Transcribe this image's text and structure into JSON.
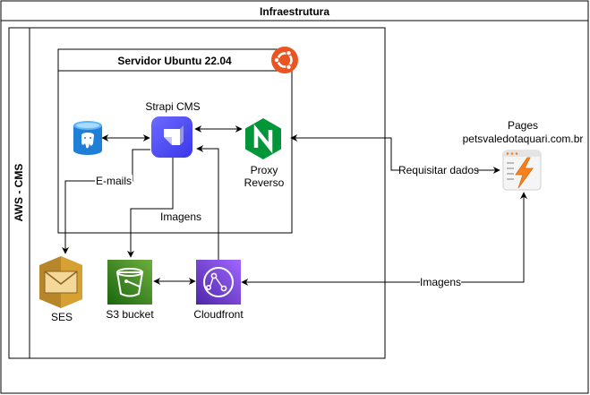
{
  "diagram": {
    "title": "Infraestrutura",
    "aws_label": "AWS - CMS",
    "server_title": "Servidor Ubuntu 22.04",
    "nodes": {
      "strapi": "Strapi CMS",
      "proxy_line1": "Proxy",
      "proxy_line2": "Reverso",
      "pages_line1": "Pages",
      "pages_line2": "petsvaledotaquari.com.br",
      "ses": "SES",
      "s3": "S3 bucket",
      "cloudfront": "Cloudfront"
    },
    "edges": {
      "emails": "E-mails",
      "imagens_s3": "Imagens",
      "requisitar": "Requisitar dados",
      "imagens_cf": "Imagens"
    },
    "colors": {
      "strapi": "#4945ff",
      "nginx": "#009639",
      "ubuntu": "#e95420",
      "ses": "#d6a032",
      "s3": "#3f8624",
      "cloudfront": "#8c4fff",
      "pages": "#f6821f",
      "postgres_db": "#1f7fd6"
    },
    "icons": [
      "postgres-db-icon",
      "strapi-icon",
      "nginx-icon",
      "ubuntu-icon",
      "ses-icon",
      "s3-bucket-icon",
      "cloudfront-icon",
      "cloudflare-pages-icon"
    ]
  }
}
